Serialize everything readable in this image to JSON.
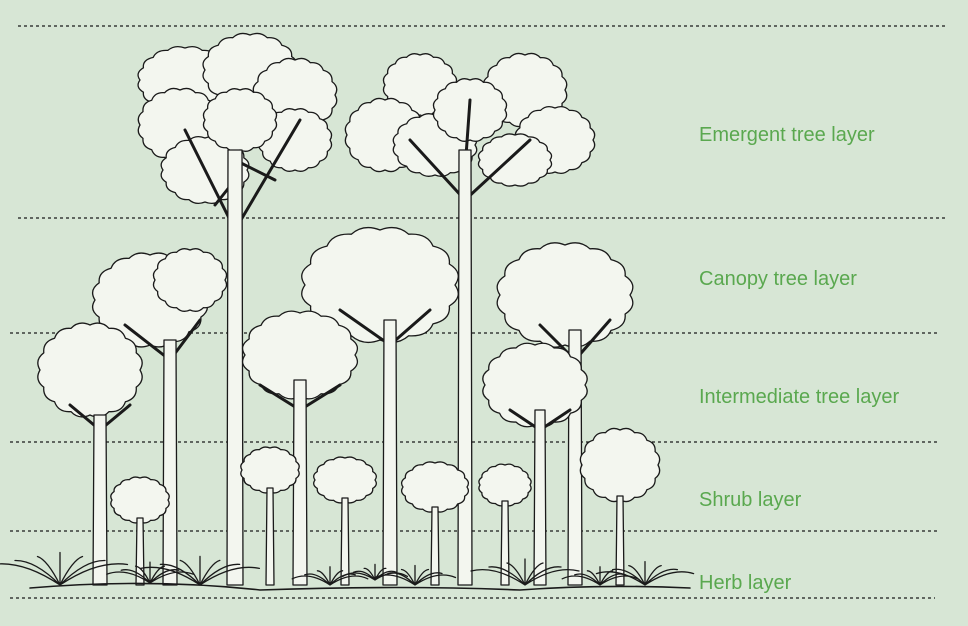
{
  "layers": [
    {
      "label": "Emergent tree layer"
    },
    {
      "label": "Canopy tree layer"
    },
    {
      "label": "Intermediate tree layer"
    },
    {
      "label": "Shrub layer"
    },
    {
      "label": "Herb layer"
    }
  ],
  "colors": {
    "background": "#d7e6d5",
    "label": "#5aa84f",
    "ink": "#1a1a1a",
    "foliage": "#f3f6ef"
  }
}
